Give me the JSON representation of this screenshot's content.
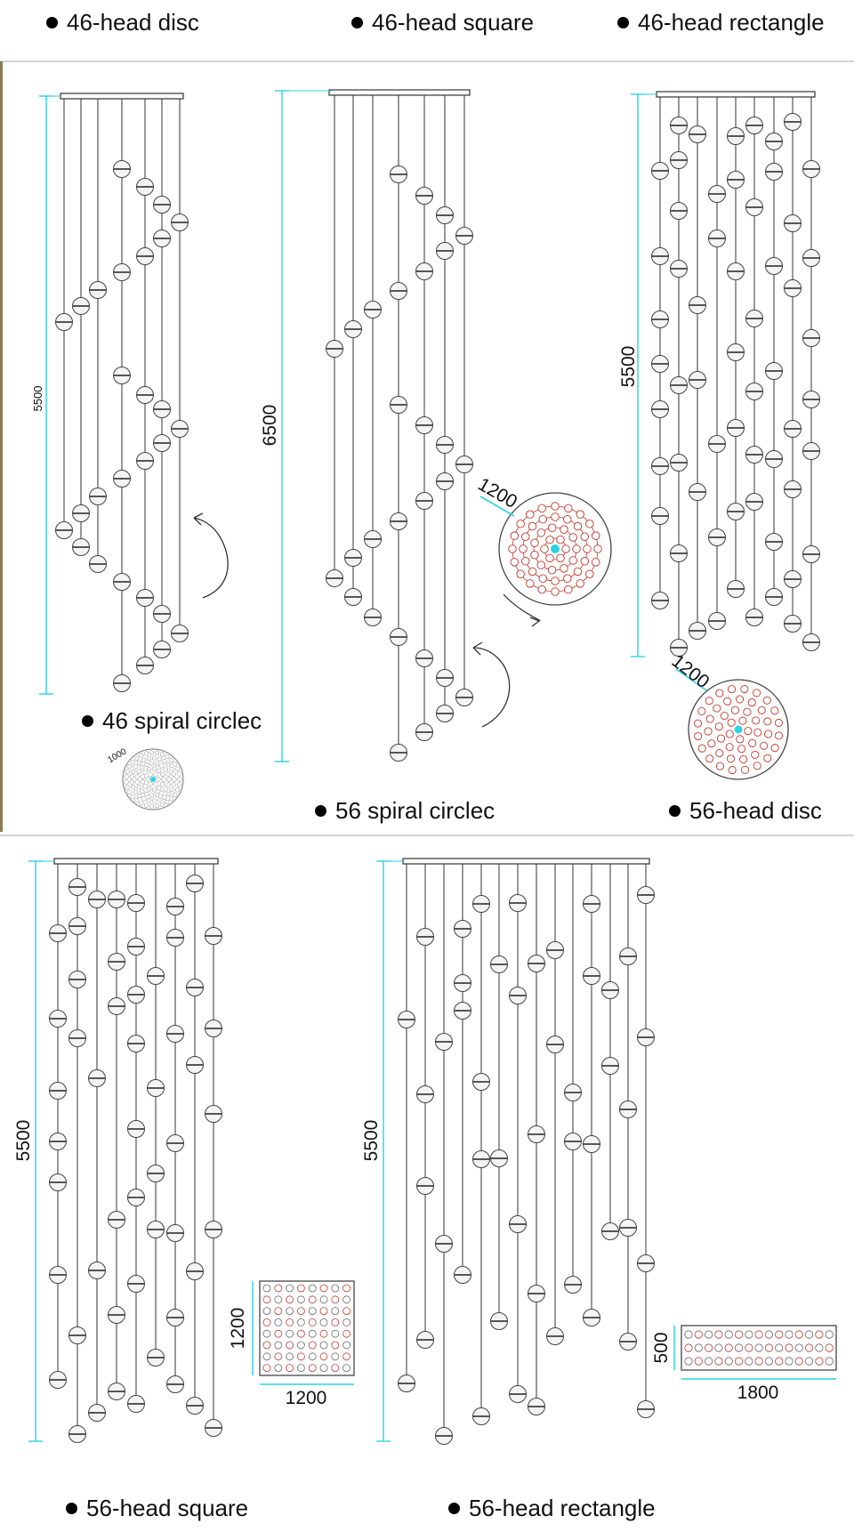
{
  "top_labels": [
    "46-head disc",
    "46-head square",
    "46-head rectangle"
  ],
  "panels": [
    {
      "label": "46 spiral circlec",
      "height_dim": "5500",
      "base_dim": "1000"
    },
    {
      "label": "56 spiral circlec",
      "height_dim": "6500",
      "base_dim": "1200"
    },
    {
      "label": "56-head disc",
      "height_dim": "5500",
      "base_dim": "1200"
    },
    {
      "label": "56-head square",
      "height_dim": "5500",
      "base_dim_h": "1200",
      "base_dim_w": "1200"
    },
    {
      "label": "56-head rectangle",
      "height_dim": "5500",
      "base_dim_h": "500",
      "base_dim_w": "1800"
    }
  ],
  "colors": {
    "dimension_line": "#2bd3e0",
    "divider": "#d4d4d4",
    "accent_bar": "#8a7a52",
    "ring_red": "#c0392b"
  }
}
